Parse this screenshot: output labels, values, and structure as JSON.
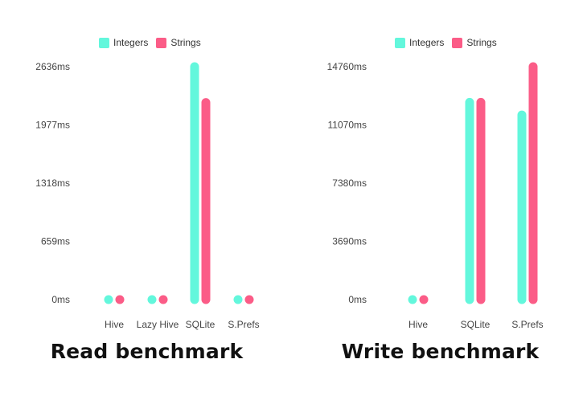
{
  "colors": {
    "integers": "#63f7dc",
    "strings": "#fb5c87",
    "tick_text": "#444444"
  },
  "chart_data": [
    {
      "type": "bar",
      "title": "Read benchmark",
      "legend": {
        "placement": "top",
        "entries": [
          "Integers",
          "Strings"
        ]
      },
      "categories": [
        "Hive",
        "Lazy Hive",
        "SQLite",
        "S.Prefs"
      ],
      "series": [
        {
          "name": "Integers",
          "values": [
            0,
            0,
            2636,
            0
          ]
        },
        {
          "name": "Strings",
          "values": [
            0,
            0,
            2230,
            0
          ]
        }
      ],
      "y_ticks": [
        "0ms",
        "659ms",
        "1318ms",
        "1977ms",
        "2636ms"
      ],
      "ylim": [
        0,
        2636
      ],
      "grid": false
    },
    {
      "type": "bar",
      "title": "Write benchmark",
      "legend": {
        "placement": "top",
        "entries": [
          "Integers",
          "Strings"
        ]
      },
      "categories": [
        "Hive",
        "SQLite",
        "S.Prefs"
      ],
      "series": [
        {
          "name": "Integers",
          "values": [
            0,
            12500,
            11700
          ]
        },
        {
          "name": "Strings",
          "values": [
            0,
            12500,
            14760
          ]
        }
      ],
      "y_ticks": [
        "0ms",
        "3690ms",
        "7380ms",
        "11070ms",
        "14760ms"
      ],
      "ylim": [
        0,
        14760
      ],
      "grid": false
    }
  ]
}
